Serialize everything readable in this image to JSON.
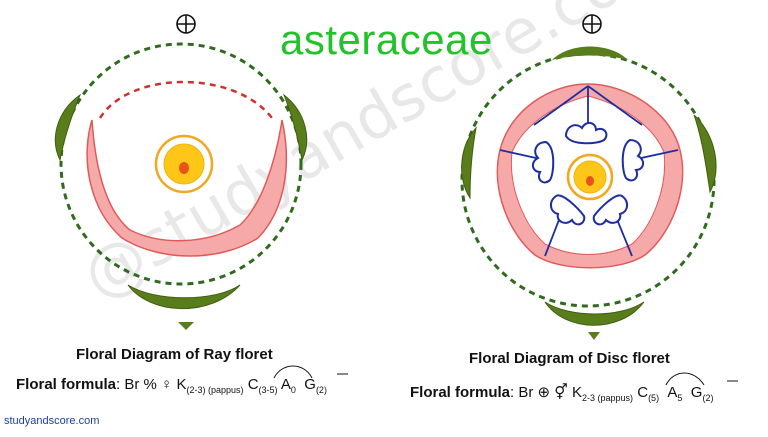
{
  "title": "asteraceae",
  "watermark": "@studyandscore.com",
  "ray": {
    "caption": "Floral Diagram of Ray floret",
    "symbol": "⊕",
    "formula": {
      "label": "Floral formula",
      "parts": [
        "Br",
        "%",
        "♀",
        "K",
        "(2-3) (pappus)",
        "C",
        "(3-5)",
        "A",
        "0",
        "G",
        "(2)"
      ]
    }
  },
  "disc": {
    "caption": "Floral Diagram of Disc floret",
    "symbol": "⊕",
    "formula": {
      "label": "Floral formula",
      "parts": [
        "Br",
        "⊕",
        "⚥",
        "K",
        "2-3 (pappus)",
        "C",
        "(5)",
        "A",
        "5",
        "G",
        "(2)"
      ]
    }
  },
  "site": "studyandscore.com",
  "colors": {
    "title": "#22c22a",
    "bract": "#5a7d1c",
    "axis_circle": "#2e6b1e",
    "petal_fill": "#f6a9a9",
    "petal_stroke": "#e05a5a",
    "stamen": "#1d2fa0",
    "ovary_ring": "#f2a81e",
    "ovary_fill": "#ffc61a",
    "ovule": "#e8521b"
  }
}
